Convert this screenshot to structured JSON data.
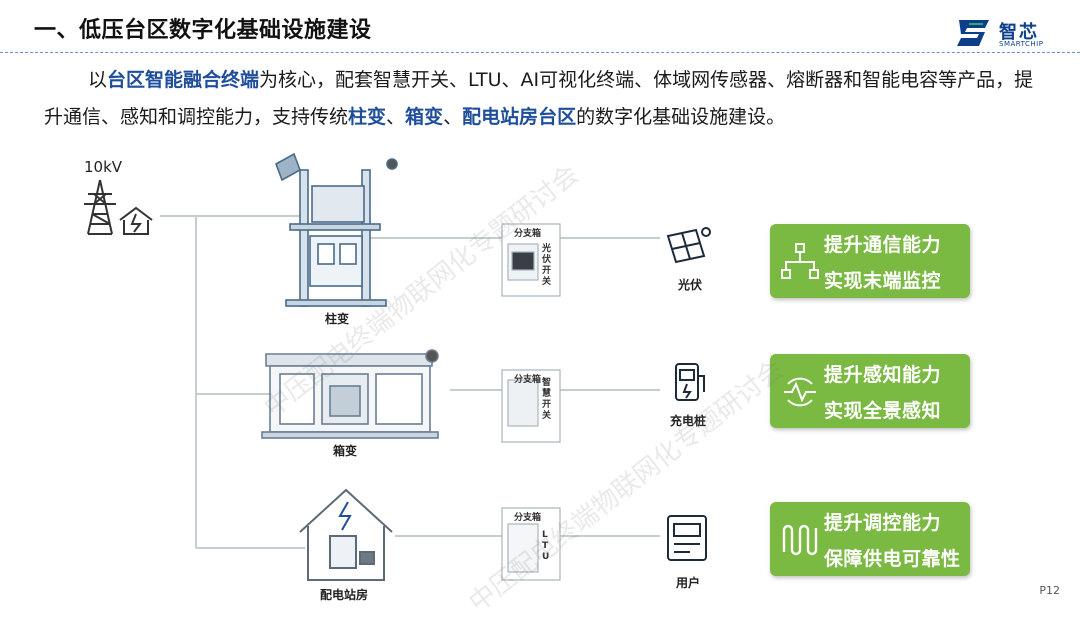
{
  "header": {
    "title": "一、低压台区数字化基础设施建设",
    "logo_cn": "智芯",
    "logo_en": "SMARTCHIP"
  },
  "intro": {
    "p1": "以",
    "hl1": "台区智能融合终端",
    "p2": "为核心，配套智慧开关、LTU、AI可视化终端、体域网传感器、熔断器和智能电容等产品，提升通信、感知和调控能力，支持传统",
    "hl2": "柱变",
    "p3": "、",
    "hl3": "箱变",
    "p4": "、",
    "hl4": "配电站房台区",
    "p5": "的数字化基础设施建设。"
  },
  "diagram": {
    "source_label": "10kV",
    "sites": [
      "柱变",
      "箱变",
      "配电站房"
    ],
    "branch_box_title": "分支箱",
    "branch_devices": [
      "光伏开关",
      "智慧开关",
      "LTU"
    ],
    "endpoints": [
      "光伏",
      "充电桩",
      "用户"
    ]
  },
  "cards": [
    {
      "line1": "提升通信能力",
      "line2": "实现末端监控",
      "icon": "network-icon"
    },
    {
      "line1": "提升感知能力",
      "line2": "实现全景感知",
      "icon": "sensor-wave-icon"
    },
    {
      "line1": "提升调控能力",
      "line2": "保障供电可靠性",
      "icon": "control-signal-icon"
    }
  ],
  "watermark": "中压配电终端物联网化专题研讨会",
  "page_number": "P12",
  "colors": {
    "accent_blue": "#1f4e9b",
    "card_green": "#7ab942",
    "line_gray": "#b9c9c0"
  }
}
